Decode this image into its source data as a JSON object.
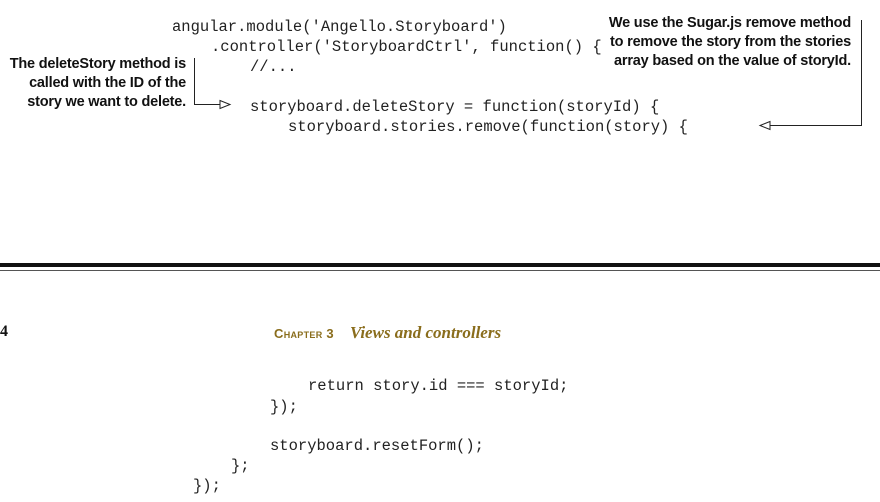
{
  "top_code": [
    "angular.module('Angello.Storyboard')",
    ".controller('StoryboardCtrl', function() {",
    "//...",
    "storyboard.deleteStory = function(storyId) {",
    "storyboard.stories.remove(function(story) {"
  ],
  "annotations": {
    "left": "The deleteStory method is called with the ID of the story we want to delete.",
    "right": "We use the Sugar.js remove method to remove the story from the stories array based on the value of storyId."
  },
  "page": {
    "number": "4",
    "chapter_label": "Chapter 3",
    "chapter_title": "Views and controllers"
  },
  "bottom_code": [
    "return story.id === storyId;",
    "});",
    "storyboard.resetForm();",
    "};",
    "});"
  ]
}
